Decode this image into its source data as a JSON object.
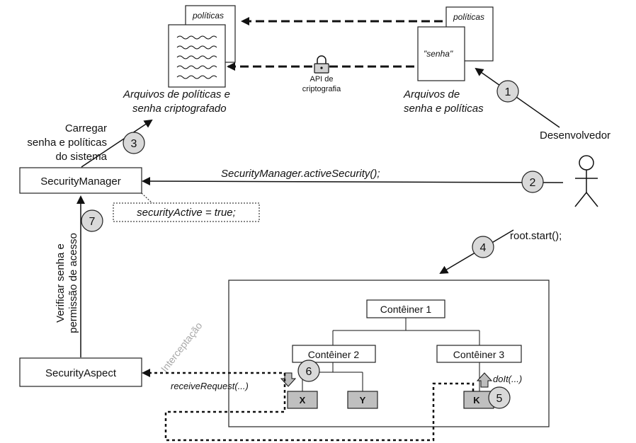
{
  "policy_file_label": "políticas",
  "encrypted_files_caption_1": "Arquivos de políticas e",
  "encrypted_files_caption_2": "senha criptografado",
  "source_policy_label": "políticas",
  "source_password_label": "\"senha\"",
  "source_files_caption_1": "Arquivos de",
  "source_files_caption_2": "senha e políticas",
  "crypto_api_1": "API de",
  "crypto_api_2": "criptografia",
  "load_label_1": "Carregar",
  "load_label_2": "senha e políticas",
  "load_label_3": "do sistema",
  "developer_label": "Desenvolvedor",
  "security_manager": "SecurityManager",
  "activate_call": "SecurityManager.activeSecurity();",
  "security_active": "securityActive = true;",
  "verify_label_1": "Verificar senha e",
  "verify_label_2": "permissão de acesso",
  "root_start": "root.start();",
  "interception": "Interceptação",
  "security_aspect": "SecurityAspect",
  "container_1": "Contêiner 1",
  "container_2": "Contêiner 2",
  "container_3": "Contêiner 3",
  "component_x": "X",
  "component_y": "Y",
  "component_k": "K",
  "receive_request": "receiveRequest(...)",
  "do_it": "doIt(...)",
  "steps": [
    "1",
    "2",
    "3",
    "4",
    "5",
    "6",
    "7"
  ],
  "icons": {
    "lock": "lock-icon",
    "actor": "stick-figure-icon"
  }
}
